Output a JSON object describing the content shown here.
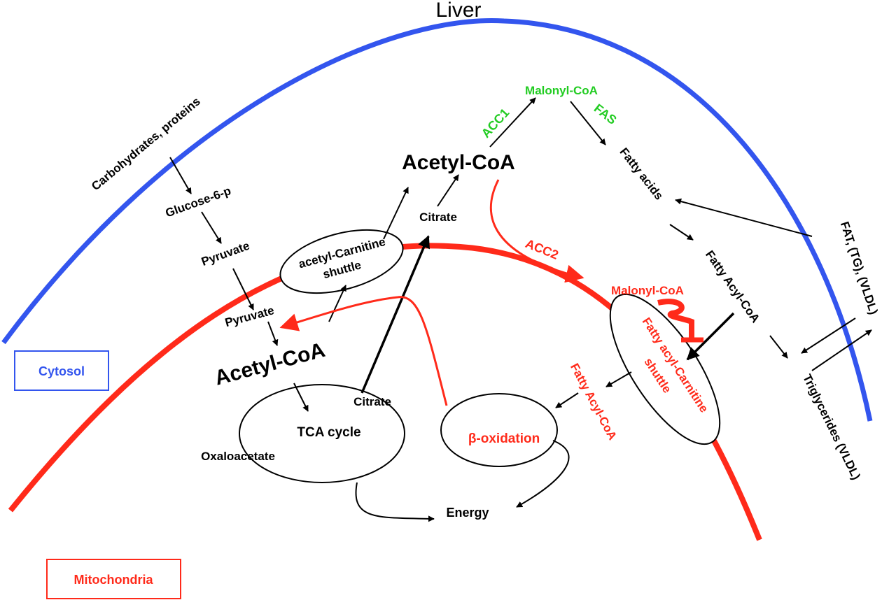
{
  "title": "Liver",
  "colors": {
    "cytosol_boundary": "#3355ee",
    "mitochondria_boundary": "#ff2a1a",
    "acc_fas": "#22cc22",
    "mito_text": "#ff2a1a",
    "default": "#000000"
  },
  "compartments": {
    "cytosol": "Cytosol",
    "mitochondria": "Mitochondria"
  },
  "labels": {
    "carbohydrates": "Carbohydrates, proteins",
    "glucose6p": "Glucose-6-p",
    "pyruvate_cyto": "Pyruvate",
    "pyruvate_mito": "Pyruvate",
    "acetyl_coa_mito": "Acetyl-CoA",
    "acetyl_coa_cyto": "Acetyl-CoA",
    "citrate_cyto": "Citrate",
    "citrate_mito": "Citrate",
    "acetyl_carnitine_1": "acetyl-Carnitine",
    "acetyl_carnitine_2": "shuttle",
    "acc1": "ACC1",
    "malonyl_coa_cyto": "Malonyl-CoA",
    "fas": "FAS",
    "fatty_acids": "Fatty acids",
    "fatty_acyl_coa_cyto": "Fatty Acyl-CoA",
    "fat_tg_vldl": "FAT, (TG), (VLDL)",
    "triglycerides": "Triglycerides (VLDL)",
    "acc2": "ACC2",
    "malonyl_coa_mito": "Malonyl-CoA",
    "fatty_acyl_carnitine_1": "Fatty acyl-Carnitine",
    "fatty_acyl_carnitine_2": "shuttle",
    "fatty_acyl_coa_mito": "Fatty Acyl-CoA",
    "tca_cycle": "TCA cycle",
    "oxaloacetate": "Oxaloacetate",
    "beta_oxidation": "β-oxidation",
    "energy": "Energy"
  }
}
